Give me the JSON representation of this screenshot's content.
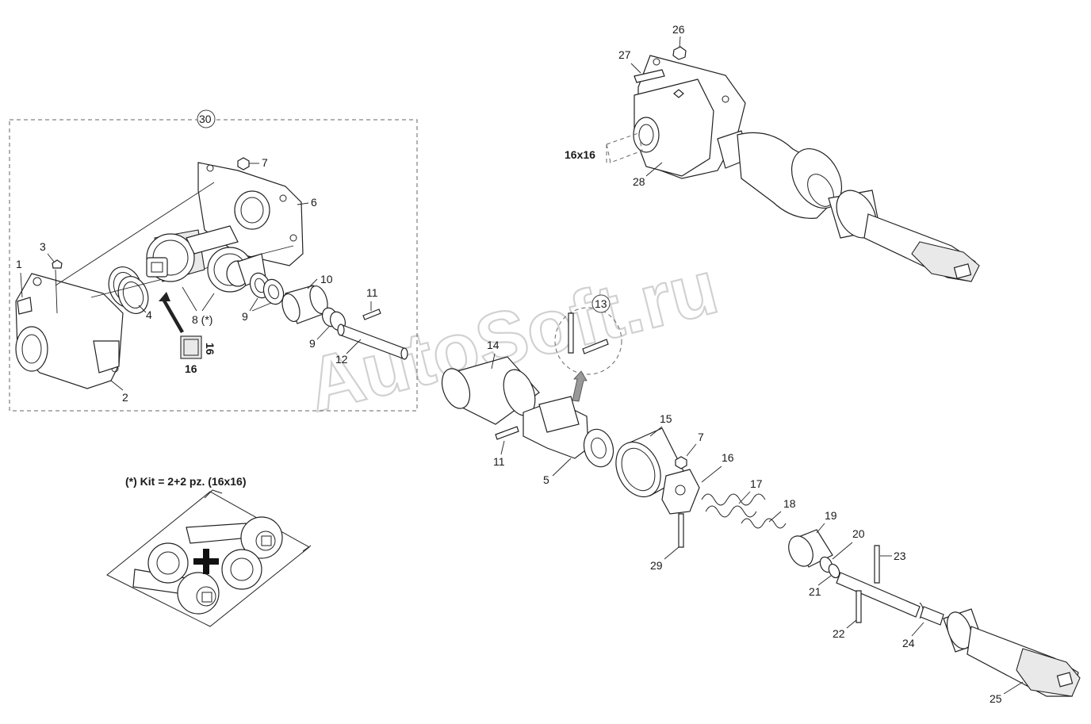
{
  "callouts": {
    "p1": "1",
    "p2": "2",
    "p3": "3",
    "p4": "4",
    "p5": "5",
    "p6": "6",
    "p7a": "7",
    "p7b": "7",
    "p8": "8 (*)",
    "p9a": "9",
    "p9b": "9",
    "p10": "10",
    "p11a": "11",
    "p11b": "11",
    "p12": "12",
    "p13": "13",
    "p14": "14",
    "p15": "15",
    "p16": "16",
    "p17": "17",
    "p18": "18",
    "p19": "19",
    "p20": "20",
    "p21": "21",
    "p22": "22",
    "p23": "23",
    "p24": "24",
    "p25": "25",
    "p26": "26",
    "p27": "27",
    "p28": "28",
    "p29": "29",
    "p30": "30"
  },
  "size_labels": {
    "shaft_top": "16x16",
    "square_a": "16",
    "square_b": "16"
  },
  "kit": {
    "caption": "(*) Kit = 2+2 pz. (16x16)"
  },
  "watermark": "AutoSoft.ru"
}
